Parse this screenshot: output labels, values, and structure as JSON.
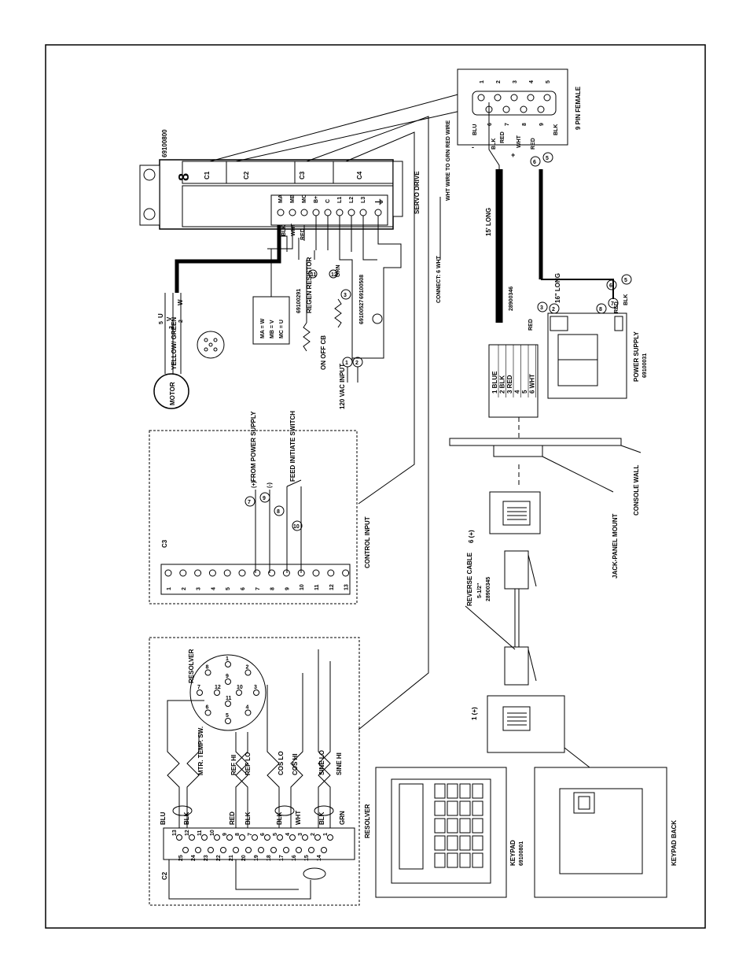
{
  "drive": {
    "part_no": "69100800",
    "title": "SERVO DRIVE",
    "connectors": [
      "C1",
      "C2",
      "C3",
      "C4"
    ],
    "terminals": [
      "MA",
      "MB",
      "MC",
      "B+",
      "C",
      "L1",
      "L2",
      "L3"
    ],
    "ground": "⏚",
    "motor_map": [
      "MA = W",
      "MB = V",
      "MC = U"
    ]
  },
  "motor": {
    "label": "MOTOR",
    "ground_wire": "YELLOW/ GREEN",
    "phases": [
      "U",
      "V",
      "W"
    ],
    "pins": [
      "5",
      "3",
      "2"
    ]
  },
  "power_input": {
    "ac_label": "120 VAC INPUT",
    "cb_label": "ON OFF CB",
    "cb_part": "69100527",
    "regen_label": "REGEN RESISTOR",
    "regen_part": "69100291",
    "fuse_part": "69100508",
    "terminal_labels": [
      "BLK",
      "WHT",
      "RED",
      "GRN"
    ],
    "numbers": [
      "1",
      "2",
      "3",
      "11",
      "12"
    ]
  },
  "control_input": {
    "title": "CONTROL INPUT",
    "connector": "C3",
    "pins": [
      "1",
      "2",
      "3",
      "4",
      "5",
      "6",
      "7",
      "8",
      "9",
      "10",
      "11",
      "12",
      "13"
    ],
    "power_label": "FROM POWER SUPPLY",
    "switch_label": "FEED INITIATE SWITCH",
    "plus": "(+)",
    "minus": "(-)",
    "wire_numbers": [
      "7",
      "9",
      "8",
      "10"
    ]
  },
  "resolver": {
    "title": "RESOLVER",
    "connector": "C2",
    "circle_label": "RESOLVER",
    "circle_pins": [
      "1",
      "2",
      "3",
      "4",
      "5",
      "6",
      "7",
      "8",
      "9",
      "10",
      "11",
      "12"
    ],
    "signals": [
      "MTR. TEMP. SW.",
      "REF HI",
      "REF LO",
      "COS LO",
      "COS HI",
      "SINE LO",
      "SINE HI"
    ],
    "wires": [
      "BLU",
      "BLK",
      "RED",
      "BLK",
      "BLK",
      "WHT",
      "BLK",
      "GRN"
    ],
    "top_pins": [
      "13",
      "12",
      "11",
      "10",
      "9",
      "8",
      "7",
      "6",
      "5",
      "4",
      "3",
      "2",
      "1"
    ],
    "bottom_pins": [
      "25",
      "24",
      "23",
      "22",
      "21",
      "20",
      "19",
      "18",
      "17",
      "16",
      "15",
      "14"
    ]
  },
  "connector9": {
    "title": "9 PIN FEMALE",
    "top_pins": [
      "1",
      "2",
      "3",
      "4",
      "5"
    ],
    "bottom_pins": [
      "6",
      "7",
      "8",
      "9"
    ],
    "wires": [
      "BLU",
      "BLK",
      "RED",
      "WHT",
      "RED",
      "BLK"
    ],
    "signs": [
      "+",
      "-"
    ],
    "numbers": [
      "6",
      "5",
      "7",
      "8"
    ]
  },
  "cable": {
    "part_no": "28900346",
    "length_main": "15' LONG",
    "length_short": "16\" LONG",
    "connect_note": "CONNECT: 6 WHT",
    "connect_note2": "WHT WIRE TO GRN RED WIRE"
  },
  "power_supply": {
    "title": "POWER SUPPLY",
    "part_no": "69100031",
    "wires": [
      "1 BLUE",
      "2 BLK",
      "3 RED",
      "4",
      "5",
      "6 WHT"
    ],
    "labels": [
      "RED",
      "BLK",
      "RED"
    ],
    "numbers": [
      "3",
      "2",
      "7",
      "8",
      "6",
      "5"
    ]
  },
  "jack": {
    "console_wall": "CONSOLE WALL",
    "jack_mount": "JACK-PANEL MOUNT",
    "pin6": "6 (+)",
    "pin1": "1 (+)",
    "reverse_cable": "REVERSE CABLE",
    "reverse_len": "5-1/2\"",
    "reverse_part": "28900345"
  },
  "keypad": {
    "label": "KEYPAD",
    "part_no": "69100801",
    "back_label": "KEYPAD BACK"
  }
}
